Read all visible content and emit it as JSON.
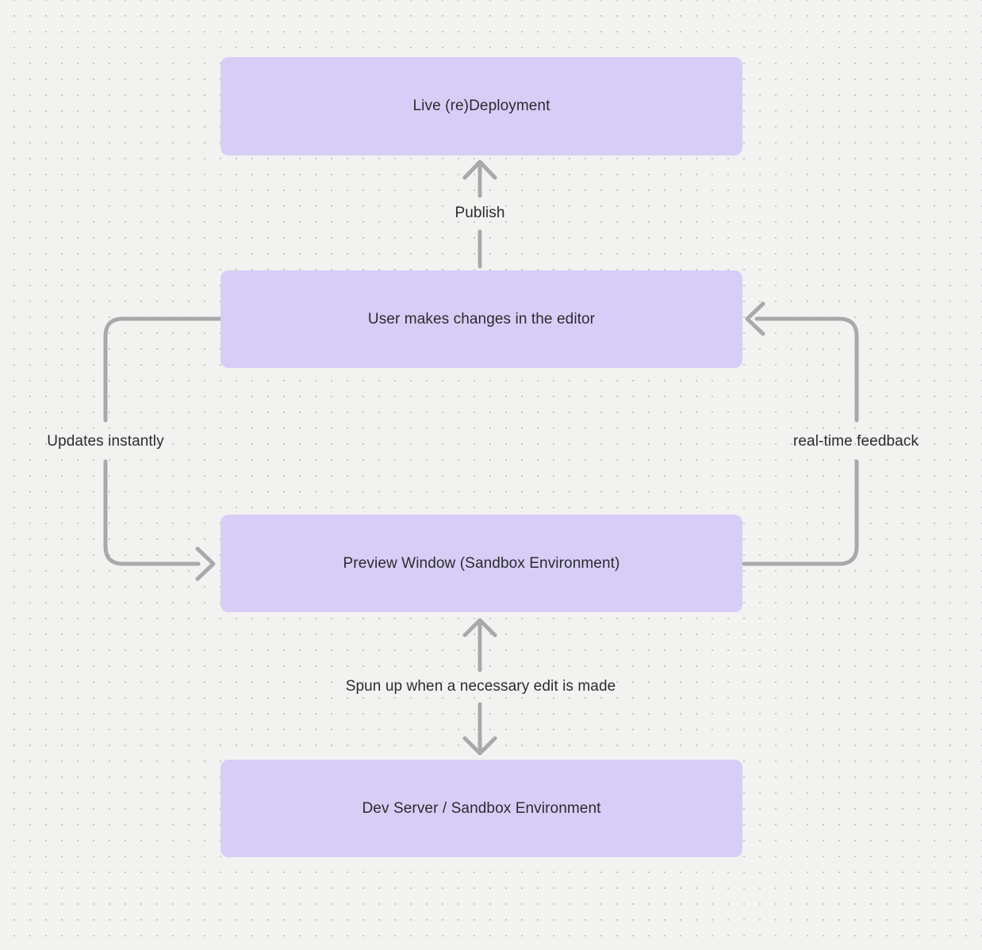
{
  "diagram": {
    "background_color": "#f2f2f1",
    "dot_color": "#c7c7c7",
    "node_fill_color": "#d7cdf6",
    "text_color": "#2b2b2f",
    "arrow_color": "#a9a9a9",
    "nodes": {
      "live_redeployment": {
        "label": "Live (re)Deployment"
      },
      "user_editor": {
        "label": "User makes changes in the editor"
      },
      "preview_window": {
        "label": "Preview Window (Sandbox Environment)"
      },
      "dev_server": {
        "label": "Dev Server / Sandbox Environment"
      }
    },
    "edges": {
      "publish": {
        "label": "Publish",
        "from": "user_editor",
        "to": "live_redeployment"
      },
      "updates_instantly": {
        "label": "Updates instantly",
        "from": "user_editor",
        "to": "preview_window"
      },
      "realtime_feedback": {
        "label": "real-time feedback",
        "from": "preview_window",
        "to": "user_editor"
      },
      "spun_up": {
        "label": "Spun up when a necessary edit is made",
        "from": "preview_window",
        "to": "dev_server",
        "bidirectional": true
      }
    }
  }
}
